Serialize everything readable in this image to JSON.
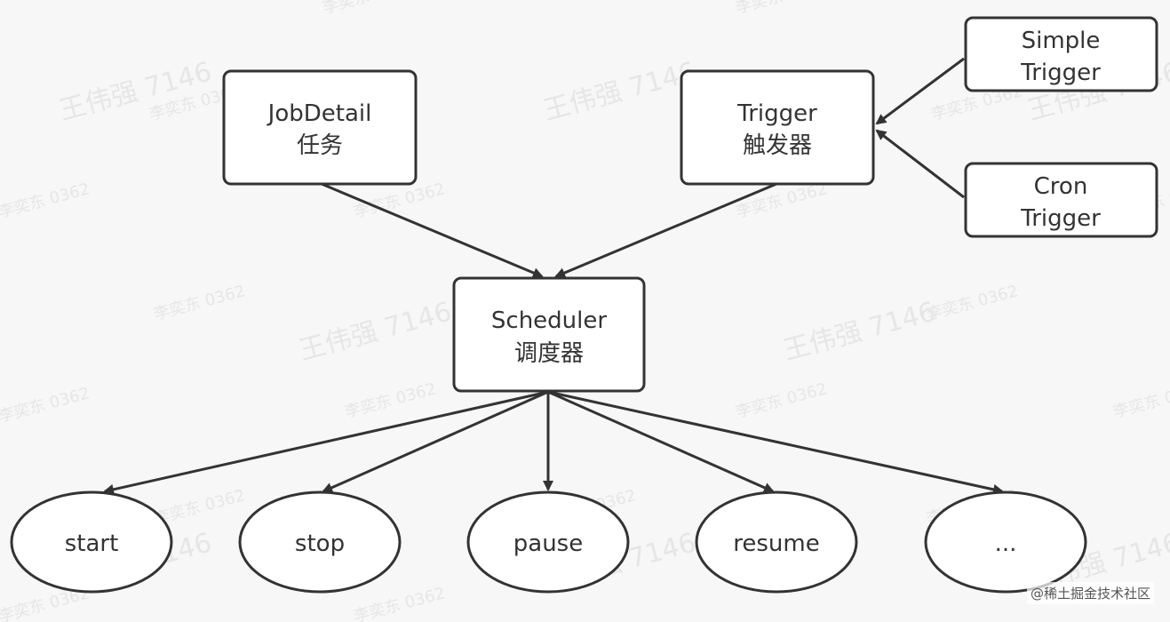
{
  "colors": {
    "background": "#f7f7f7",
    "stroke": "#333333",
    "text": "#333333",
    "watermark": "#e6e6e6"
  },
  "watermarks": {
    "large": "王伟强 7146",
    "small": "李奕东 0362"
  },
  "nodes": {
    "jobdetail": {
      "line1": "JobDetail",
      "line2": "任务"
    },
    "trigger": {
      "line1": "Trigger",
      "line2": "触发器"
    },
    "simple_trigger": {
      "line1": "Simple",
      "line2": "Trigger"
    },
    "cron_trigger": {
      "line1": "Cron",
      "line2": "Trigger"
    },
    "scheduler": {
      "line1": "Scheduler",
      "line2": "调度器"
    },
    "actions": [
      "start",
      "stop",
      "pause",
      "resume",
      "..."
    ]
  },
  "footer": "@稀土掘金技术社区"
}
